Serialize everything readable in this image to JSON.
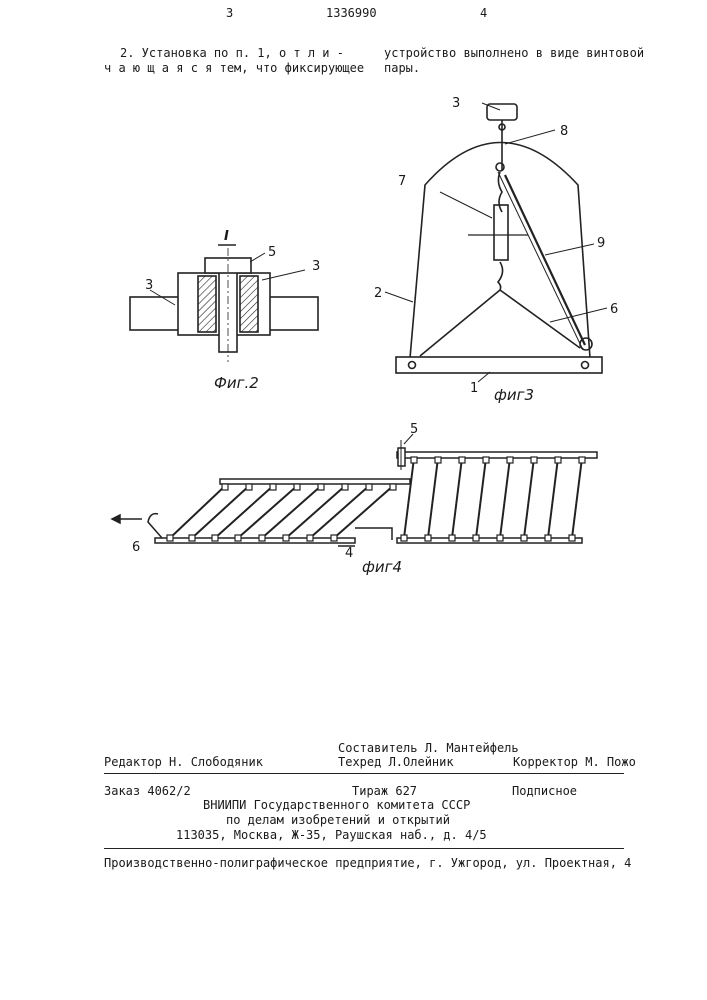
{
  "header": {
    "page_left": "3",
    "patent_number": "1336990",
    "page_right": "4"
  },
  "claim": {
    "line1_left": "2. Установка по п. 1, о т л и -",
    "line2_left": "ч а ю щ а я с я   тем, что фиксирующее",
    "line1_right": "устройство выполнено в виде винтовой",
    "line2_right": "пары."
  },
  "figures": {
    "fig2": {
      "caption": "Фиг.2",
      "detail_mark": "I",
      "labels": [
        "5",
        "3",
        "3"
      ]
    },
    "fig3": {
      "caption": "фиг3",
      "labels": [
        "3",
        "8",
        "7",
        "9",
        "2",
        "6",
        "1"
      ]
    },
    "fig4": {
      "caption": "фиг4",
      "labels": [
        "5",
        "6",
        "4"
      ]
    }
  },
  "footer": {
    "compiler": "Составитель Л. Мантейфель",
    "editor": "Редактор Н. Слободяник",
    "techred": "Техред Л.Олейник",
    "corrector": "Корректор М. Пожо",
    "order": "Заказ 4062/2",
    "circulation": "Тираж 627",
    "subscription": "Подписное",
    "org_line1": "ВНИИПИ Государственного комитета СССР",
    "org_line2": "по делам изобретений и открытий",
    "org_line3": "113035, Москва, Ж-35, Раушская наб., д. 4/5",
    "printer": "Производственно-полиграфическое предприятие, г. Ужгород, ул. Проектная, 4"
  }
}
